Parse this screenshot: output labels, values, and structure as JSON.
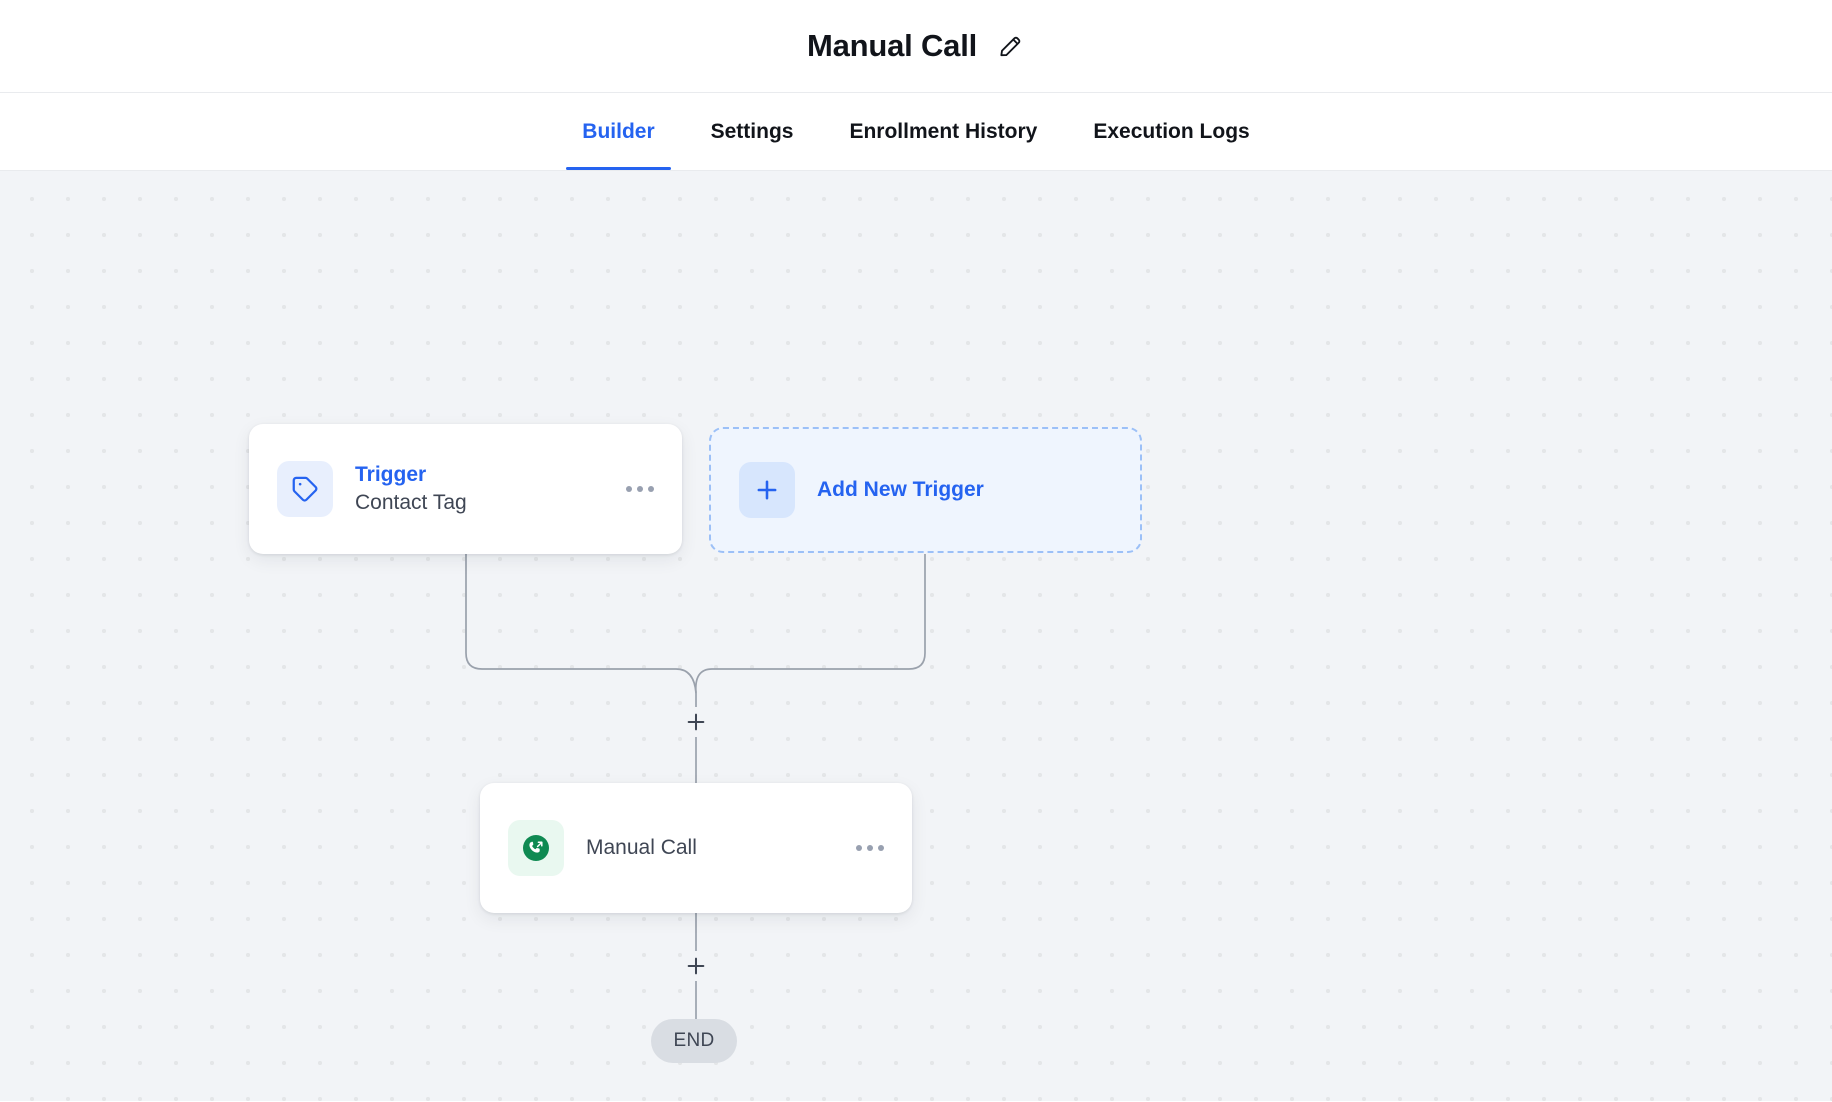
{
  "header": {
    "title": "Manual Call",
    "edit_icon": "pencil-edit-icon"
  },
  "tabs": [
    {
      "label": "Builder",
      "active": true
    },
    {
      "label": "Settings",
      "active": false
    },
    {
      "label": "Enrollment History",
      "active": false
    },
    {
      "label": "Execution Logs",
      "active": false
    }
  ],
  "canvas": {
    "background_color": "#f2f4f7",
    "dot_color": "#e4e6e8",
    "connector_color": "#9aa1ac"
  },
  "nodes": {
    "trigger": {
      "label": "Trigger",
      "subtitle": "Contact Tag",
      "icon": "tag-icon",
      "icon_color": "#2563f0",
      "icon_bg": "#e8effd",
      "menu_icon": "ellipsis-horizontal-icon"
    },
    "add_trigger": {
      "label": "Add New Trigger",
      "icon": "plus-icon",
      "accent_color": "#2563f0",
      "border_color": "#9cc0f7",
      "fill_color": "#eff5fe"
    },
    "action": {
      "label": "Manual Call",
      "icon": "phone-outgoing-call-icon",
      "icon_color": "#0f8a52",
      "icon_bg": "#e9f8f0",
      "menu_icon": "ellipsis-horizontal-icon"
    },
    "add_step_upper": {
      "icon": "plus-icon"
    },
    "add_step_lower": {
      "icon": "plus-icon"
    },
    "end": {
      "label": "END",
      "bg_color": "#d9dde3"
    }
  }
}
